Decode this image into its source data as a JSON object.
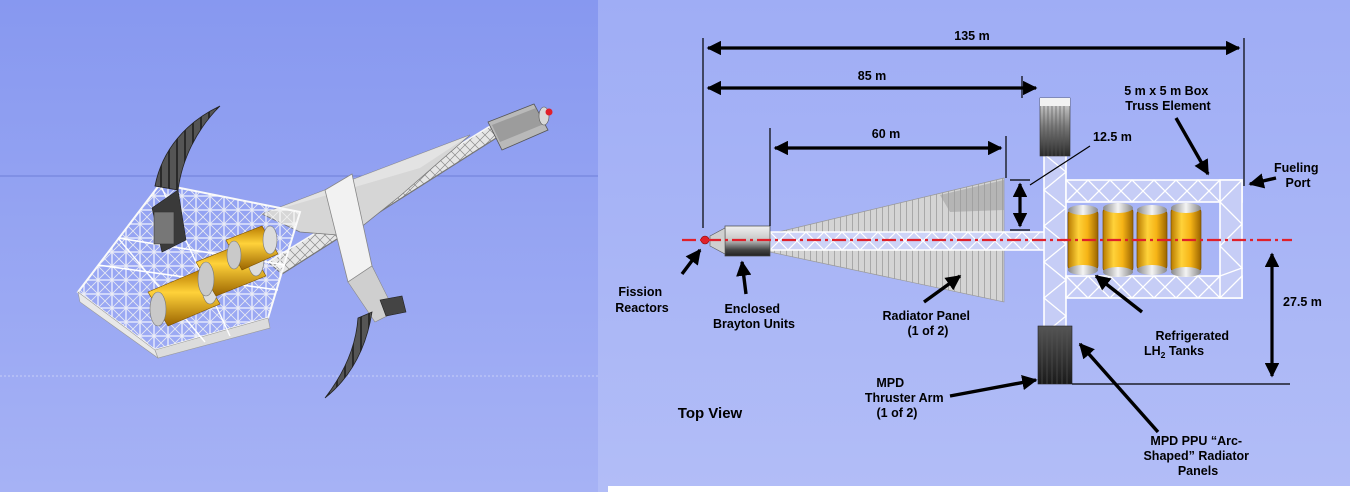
{
  "dimensions": {
    "overall": "135 m",
    "to_arm": "85 m",
    "radiator": "60 m",
    "truss_width": "12.5 m",
    "arm_half_span": "27.5 m"
  },
  "labels": {
    "fission_reactors": [
      "Fission",
      "Reactors"
    ],
    "brayton_units": [
      "Enclosed",
      "Brayton Units"
    ],
    "radiator_panel": [
      "Radiator Panel",
      "(1 of 2)"
    ],
    "thruster_arm": [
      "MPD",
      "Thruster  Arm",
      "(1 of 2)"
    ],
    "lh2_tanks": [
      "Refrigerated",
      "LH",
      "2",
      " Tanks"
    ],
    "ppu_radiator": [
      "MPD PPU “Arc-",
      "Shaped” Radiator",
      "Panels"
    ],
    "box_truss": [
      "5 m x 5 m Box",
      "Truss Element"
    ],
    "fueling_port": [
      "Fueling",
      "Port"
    ],
    "view_title": "Top View"
  },
  "colors": {
    "left_background": "#8f9ff2",
    "right_background": "#a8b4f6",
    "centerline": "#e0202a",
    "tank": "#f4b418",
    "truss": "#ffffff",
    "radiator": "#c8c8c8"
  }
}
